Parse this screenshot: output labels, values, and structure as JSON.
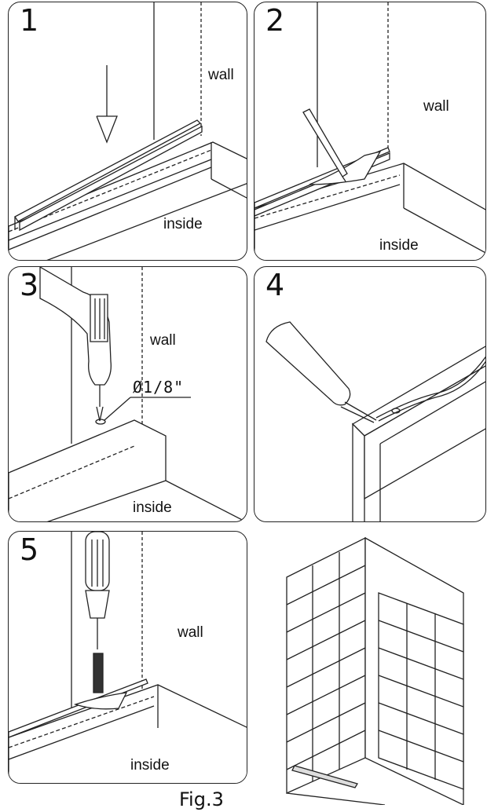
{
  "panels": [
    {
      "step": "1",
      "wall_label": "wall",
      "inside_label": "inside"
    },
    {
      "step": "2",
      "wall_label": "wall",
      "inside_label": "inside"
    },
    {
      "step": "3",
      "wall_label": "wall",
      "inside_label": "inside",
      "dimension": "Ø1/8\""
    },
    {
      "step": "4"
    },
    {
      "step": "5",
      "wall_label": "wall",
      "inside_label": "inside"
    }
  ],
  "figure_caption": "Fig.3"
}
